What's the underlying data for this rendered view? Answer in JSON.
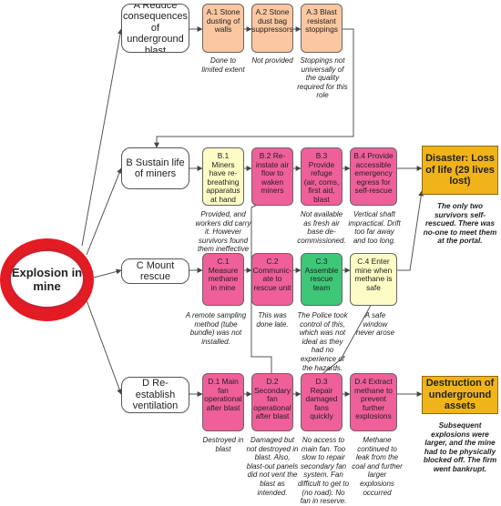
{
  "root": {
    "label": "Explosion in mine"
  },
  "branches": [
    {
      "label": "A Reduce consequences of underground blast"
    },
    {
      "label": "B Sustain life of miners"
    },
    {
      "label": "C Mount rescue"
    },
    {
      "label": "D Re-establish ventilation"
    }
  ],
  "steps": {
    "A1": {
      "label": "A.1 Stone dusting of walls",
      "note": "Done to limited extent",
      "color": "#fbc7a1"
    },
    "A2": {
      "label": "A.2 Stone dust bag suppressors",
      "note": "Not provided",
      "color": "#fbc7a1"
    },
    "A3": {
      "label": "A.3 Blast resistant stoppings",
      "note": "Stoppings not universally of the quality required for this role",
      "color": "#fbc7a1"
    },
    "B1": {
      "label": "B.1 Miners have re-breathing apparatus at hand",
      "note": "Provided, and workers did carry it. However survivors found them ineffective",
      "color": "#fdfcc5"
    },
    "B2": {
      "label": "B.2 Re-instate air flow to waken miners",
      "note": "",
      "color": "#ef5f9a"
    },
    "B3": {
      "label": "B.3 Provide refuge (air, coms, first aid, blast protection)",
      "note": "Not available as fresh air base de-commissioned.",
      "color": "#ef5f9a"
    },
    "B4": {
      "label": "B.4 Provide accessible emergency egress for self-rescue",
      "note": "Vertical shaft impractical. Drift too far away and too long.",
      "color": "#ef5f9a"
    },
    "C1": {
      "label": "C.1 Measure methane in mine",
      "note": "A remote sampling method (tube bundle) was not installed.",
      "color": "#ef5f9a"
    },
    "C2": {
      "label": "C.2 Communic-ate to rescue unit",
      "note": "This was done late.",
      "color": "#ef5f9a"
    },
    "C3": {
      "label": "C.3 Assemble rescue team",
      "note": "The Police took control of this, which was not ideal as they had no experience of the hazards.",
      "color": "#3fc778"
    },
    "C4": {
      "label": "C.4 Enter mine when methane is safe",
      "note": "A safe window never arose",
      "color": "#fdfcc5"
    },
    "D1": {
      "label": "D.1 Main fan operational after blast",
      "note": "Destroyed in blast",
      "color": "#ef5f9a"
    },
    "D2": {
      "label": "D.2 Secondary fan operational after blast",
      "note": "Damaged but not destroyed in blast. Also, blast-out panels did not vent the blast as intended.",
      "color": "#ef5f9a"
    },
    "D3": {
      "label": "D.3 Repair damaged fans quickly",
      "note": "No access to main fan. Too slow to repair secondary fan system. Fan difficult to get to (no road). No fan in reserve.",
      "color": "#ef5f9a"
    },
    "D4": {
      "label": "D.4 Extract methane to prevent further explosions",
      "note": "Methane continued to leak from the coal and further larger explosions occurred",
      "color": "#ef5f9a"
    }
  },
  "outcomes": {
    "life": {
      "label": "Disaster: Loss of life (29 lives lost)",
      "note": "The only two survivors self-rescued. There was no-one to meet them at the portal.",
      "color": "#f0b31a"
    },
    "assets": {
      "label": "Destruction of underground assets",
      "note": "Subsequent explosions were larger, and the mine had to be physically blocked off. The firm went bankrupt.",
      "color": "#f0b31a"
    }
  },
  "colors": {
    "root_border": "#cf1f2e",
    "connector": "#555555"
  }
}
